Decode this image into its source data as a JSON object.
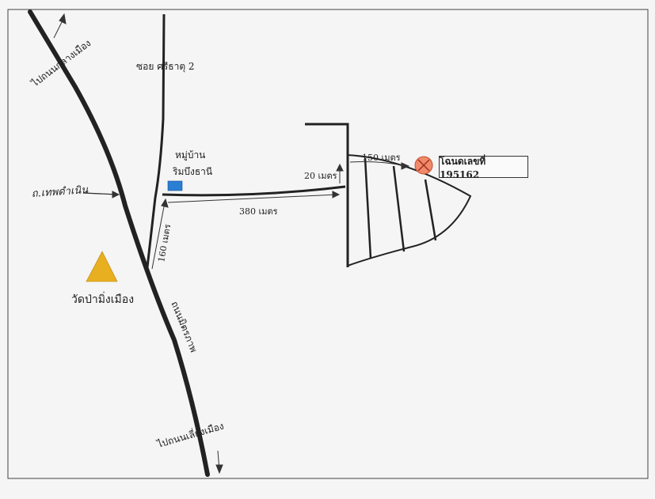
{
  "roads": {
    "to_city_center": "ไปถนนกลางเมือง",
    "soi_sritat_2": "ซอย ศรีธาตุ 2",
    "thepdamnoen_road": "ถ.เทพดำเนิน",
    "mittraphap_road": "ถนนมิตรภาพ",
    "to_bypass": "ไปถนนเลี่ยงเมือง"
  },
  "places": {
    "village_line1": "หมู่บ้าน",
    "village_line2": "ริมบึงธานี",
    "temple": "วัดป่ามิ่งเมือง",
    "land_deed": "โฉนดเลขที่ 195162"
  },
  "distances": {
    "d160": "160 เมตร",
    "d380": "380 เมตร",
    "d20": "20 เมตร",
    "d150": "150 เมตร"
  },
  "colors": {
    "main_road": "#2a2a2a",
    "village_marker": "#2a7fd4",
    "temple_marker": "#e8b020",
    "target_marker": "#f08a6a"
  },
  "icons": {
    "village": "square-marker-icon",
    "temple": "triangle-marker-icon",
    "target": "x-circle-marker-icon"
  }
}
